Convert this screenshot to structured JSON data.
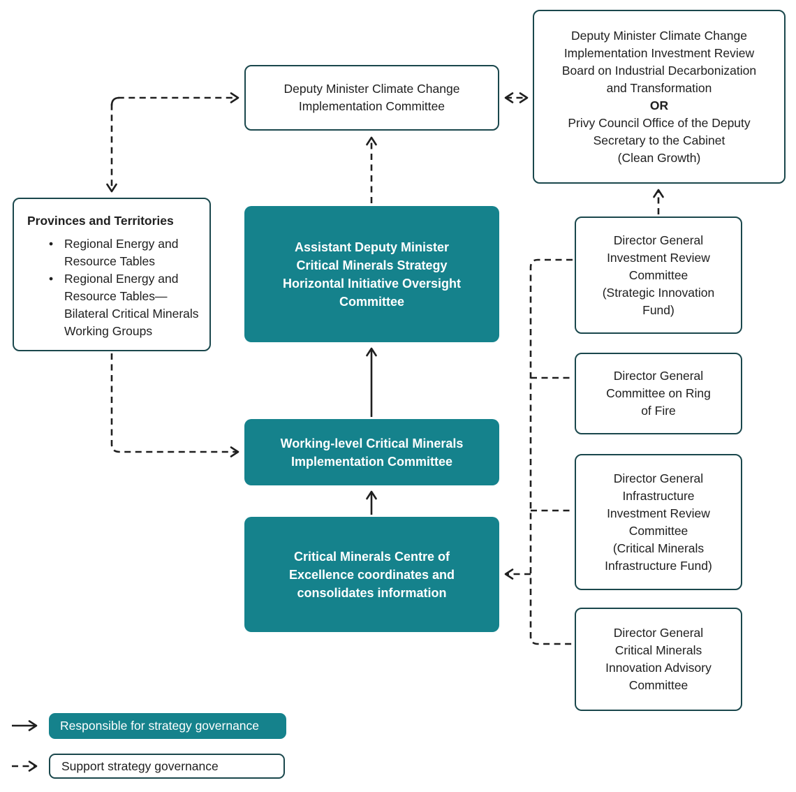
{
  "colors": {
    "teal_fill": "#15828C",
    "border_dark": "#1A474C",
    "arrow": "#1F1F1F",
    "text": "#202020"
  },
  "nodes": {
    "dm_committee": {
      "label": "Deputy Minister Climate Change\nImplementation Committee"
    },
    "dm_board": {
      "text1": "Deputy Minister Climate Change\nImplementation Investment Review\nBoard on Industrial Decarbonization\nand Transformation",
      "or_label": "OR",
      "text2": "Privy Council Office of the Deputy\nSecretary to the Cabinet\n(Clean Growth)"
    },
    "provinces": {
      "title": "Provinces and Territories",
      "bullets": [
        "Regional Energy and\nResource Tables",
        "Regional Energy and\nResource Tables—\nBilateral Critical Minerals\nWorking Groups"
      ]
    },
    "adm_committee": {
      "label": "Assistant Deputy Minister\nCritical Minerals Strategy\nHorizontal Initiative Oversight\nCommittee"
    },
    "working_level": {
      "label": "Working-level Critical Minerals\nImplementation Committee"
    },
    "centre_excellence": {
      "label": "Critical Minerals Centre of\nExcellence coordinates and\nconsolidates information"
    },
    "dg_investment_review": {
      "label": "Director General\nInvestment Review\nCommittee\n(Strategic Innovation\nFund)"
    },
    "dg_ring_of_fire": {
      "label": "Director General\nCommittee on Ring\nof Fire"
    },
    "dg_infrastructure": {
      "label": "Director General\nInfrastructure\nInvestment Review\nCommittee\n(Critical Minerals\nInfrastructure Fund)"
    },
    "dg_innovation_advisory": {
      "label": "Director General\nCritical Minerals\nInnovation Advisory\nCommittee"
    }
  },
  "legend": {
    "solid_label": "Responsible for strategy governance",
    "dashed_label": "Support strategy governance"
  }
}
